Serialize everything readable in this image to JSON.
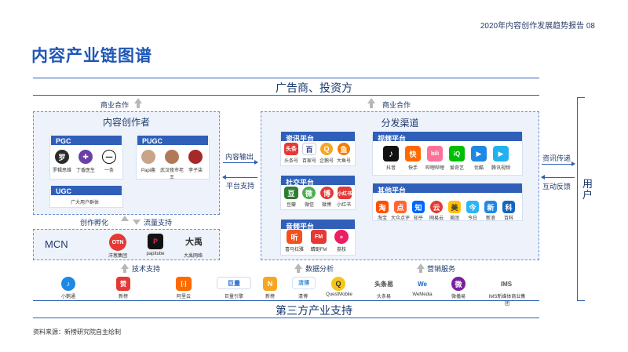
{
  "header": {
    "report": "2020年内容创作发展趋势报告  08",
    "title": "内容产业链图谱"
  },
  "top_band": {
    "label": "广告商、投资方"
  },
  "bottom_band": {
    "label": "第三方产业支持"
  },
  "arrows": {
    "business_coop_left": "商业合作",
    "business_coop_right": "商业合作",
    "content_output": "内容输出",
    "platform_support": "平台支持",
    "info_spread": "资讯传递",
    "interactive_feedback": "互动反馈",
    "creative_incubation": "创作孵化",
    "traffic_support": "流量支持",
    "tech_support": "技术支持",
    "data_analysis": "数据分析",
    "marketing_service": "营销服务"
  },
  "creators": {
    "title": "内容创作者",
    "pgc": {
      "tag": "PGC",
      "items": [
        "罗辑思维",
        "丁香医生",
        "一条"
      ]
    },
    "pugc": {
      "tag": "PUGC",
      "items": [
        "Papi酱",
        "武汉夜市老王",
        "李子柒"
      ]
    },
    "ugc": {
      "tag": "UGC",
      "items": [
        "广大用户群体"
      ]
    }
  },
  "mcn": {
    "label": "MCN",
    "items": [
      {
        "name": "洋葱集团",
        "glyph": "OTN",
        "color": "#e53935"
      },
      {
        "name": "papitube",
        "glyph": "P",
        "color": "#111111"
      },
      {
        "name": "大禹网络",
        "glyph": "大禹",
        "color": "#333333"
      }
    ]
  },
  "distribution": {
    "title": "分发渠道",
    "news": {
      "tag": "资讯平台",
      "items": [
        {
          "name": "头条号",
          "glyph": "头条",
          "color": "#e53935"
        },
        {
          "name": "百家号",
          "glyph": "百",
          "color": "#2a3b8f"
        },
        {
          "name": "企鹅号",
          "glyph": "Q",
          "color": "#f5a623"
        },
        {
          "name": "大鱼号",
          "glyph": "鱼",
          "color": "#f57c00"
        }
      ]
    },
    "video": {
      "tag": "视频平台",
      "items": [
        {
          "name": "抖音",
          "glyph": "♪",
          "color": "#111111"
        },
        {
          "name": "快手",
          "glyph": "快",
          "color": "#ff6a00"
        },
        {
          "name": "哔哩哔哩",
          "glyph": "bili",
          "color": "#fb7299"
        },
        {
          "name": "爱奇艺",
          "glyph": "iQ",
          "color": "#00be06"
        },
        {
          "name": "优酷",
          "glyph": "▶",
          "color": "#1e88e5"
        },
        {
          "name": "腾讯视频",
          "glyph": "▶",
          "color": "#20b2f0"
        }
      ]
    },
    "social": {
      "tag": "社交平台",
      "items": [
        {
          "name": "豆瓣",
          "glyph": "豆",
          "color": "#2e7d32"
        },
        {
          "name": "微信",
          "glyph": "微",
          "color": "#4caf50"
        },
        {
          "name": "微博",
          "glyph": "博",
          "color": "#e53935"
        },
        {
          "name": "小红书",
          "glyph": "小红书",
          "color": "#e53935"
        }
      ]
    },
    "audio": {
      "tag": "音频平台",
      "items": [
        {
          "name": "喜马拉雅",
          "glyph": "听",
          "color": "#f4511e"
        },
        {
          "name": "蜻蜓FM",
          "glyph": "FM",
          "color": "#e53935"
        },
        {
          "name": "荔枝",
          "glyph": "●",
          "color": "#e91e63"
        }
      ]
    },
    "other": {
      "tag": "其他平台",
      "items": [
        {
          "name": "淘宝",
          "glyph": "淘",
          "color": "#ff5000"
        },
        {
          "name": "大众点评",
          "glyph": "点",
          "color": "#ff6633"
        },
        {
          "name": "知乎",
          "glyph": "知",
          "color": "#0066ff"
        },
        {
          "name": "网易云",
          "glyph": "云",
          "color": "#e53935"
        },
        {
          "name": "美团",
          "glyph": "美",
          "color": "#ffc107"
        },
        {
          "name": "今日",
          "glyph": "今",
          "color": "#29b6f6"
        },
        {
          "name": "新浪",
          "glyph": "新",
          "color": "#1e88e5"
        },
        {
          "name": "百科",
          "glyph": "科",
          "color": "#1565c0"
        }
      ]
    }
  },
  "users_label": "用户",
  "third_party": [
    {
      "name": "小鹅通",
      "glyph": "♪",
      "color": "#1e88e5"
    },
    {
      "name": "新榜",
      "glyph": "赞",
      "color": "#e53935"
    },
    {
      "name": "阿里云",
      "glyph": "[-]",
      "color": "#ff6a00"
    },
    {
      "name": "巨量引擎",
      "glyph": "巨量",
      "color": "#1e63c8"
    },
    {
      "name": "新榜",
      "glyph": "N",
      "color": "#f5a623"
    },
    {
      "name": "清博",
      "glyph": "清博",
      "color": "#3a8fd8"
    },
    {
      "name": "QuestMobile",
      "glyph": "Q",
      "color": "#f5c518"
    },
    {
      "name": "头条易",
      "glyph": "头条易",
      "color": "#666666"
    },
    {
      "name": "WeMedia",
      "glyph": "We",
      "color": "#1565c0"
    },
    {
      "name": "微播易",
      "glyph": "微",
      "color": "#7b1fa2"
    },
    {
      "name": "IMS新媒体商业集团",
      "glyph": "IMS",
      "color": "#555555"
    }
  ],
  "source": "资料来源：新榜研究院自主绘制"
}
